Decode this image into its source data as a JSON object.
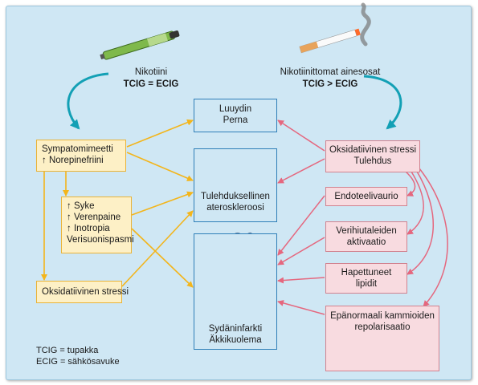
{
  "top": {
    "nicotine": {
      "title": "Nikotiini",
      "formula": "TCIG = ECIG"
    },
    "other": {
      "title": "Nikotiinittomat ainesosat",
      "formula": "TCIG > ECIG"
    }
  },
  "left": {
    "symp": [
      "Sympatomimeetti",
      "↑ Norepinefriini"
    ],
    "effects": [
      "↑ Syke",
      "↑ Verenpaine",
      "↑ Inotropia",
      "Verisuonispasmi"
    ],
    "oxidative": "Oksidatiivinen stressi"
  },
  "center": {
    "marrow": [
      "Luuydin",
      "Perna"
    ],
    "athero": [
      "Tulehduksellinen",
      "ateroskleroosi"
    ],
    "mi": [
      "Sydäninfarkti",
      "Äkkikuolema"
    ]
  },
  "right": {
    "stress": [
      "Oksidatiivinen stressi",
      "Tulehdus"
    ],
    "endo": "Endoteelivaurio",
    "platelet": [
      "Verihiutaleiden",
      "aktivaatio"
    ],
    "lipids": [
      "Hapettuneet",
      "lipidit"
    ],
    "repol": [
      "Epänormaali kammioiden",
      "repolarisaatio"
    ]
  },
  "legend": [
    "TCIG = tupakka",
    "ECIG = sähkösavuke"
  ],
  "colors": {
    "panel": "#cfe7f4",
    "yellow_fill": "#fdf0c6",
    "yellow_line": "#f3b51b",
    "blue_line": "#2f7fb8",
    "pink_line": "#e5677e",
    "teal_arrow": "#13a0b5"
  },
  "icons": [
    "e-cigarette-icon",
    "cigarette-icon",
    "artery-plaque-icon",
    "heart-icon",
    "ecg-trace-icon"
  ]
}
